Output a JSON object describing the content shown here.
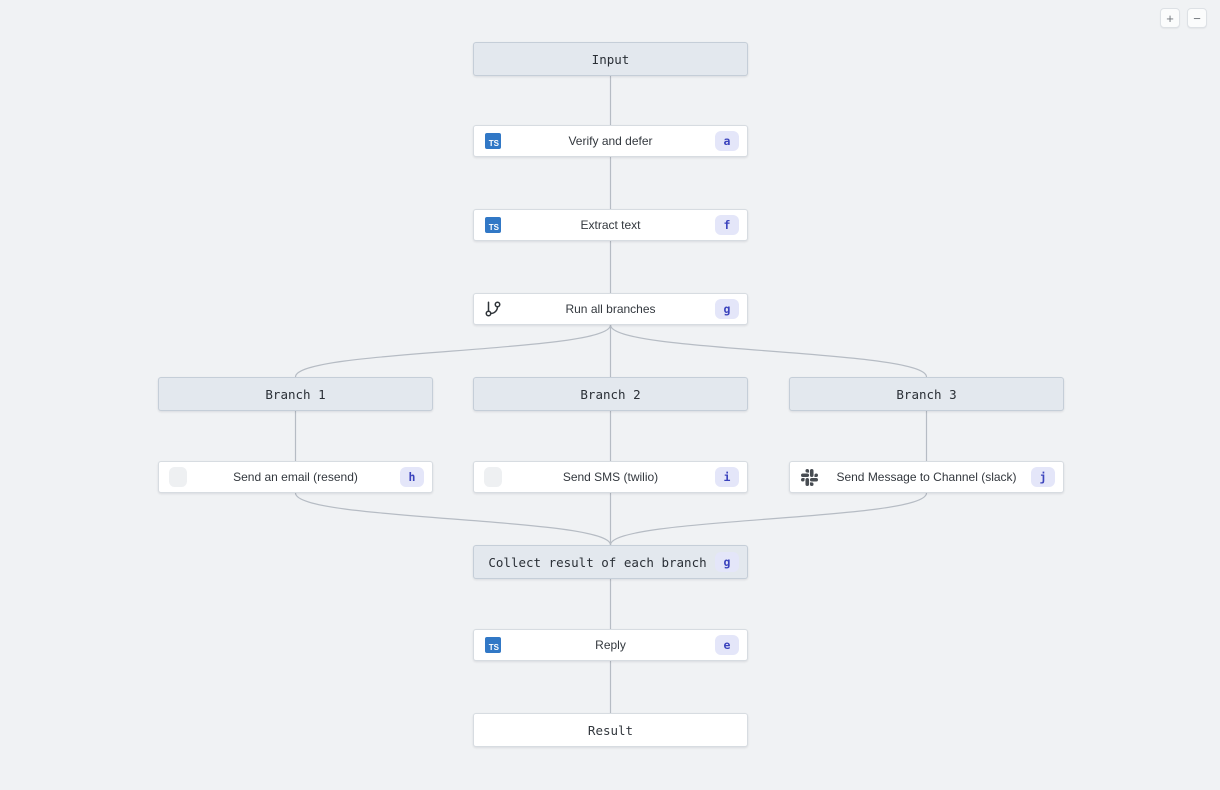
{
  "canvas": {
    "bg": "#f0f2f4",
    "edge_color": "#b6bcc4"
  },
  "zoom_controls": {
    "zoom_in": "+",
    "zoom_out": "−"
  },
  "icons": {
    "typescript": "TS"
  },
  "nodes": {
    "input": {
      "label": "Input"
    },
    "verify": {
      "label": "Verify and defer",
      "badge": "a"
    },
    "extract": {
      "label": "Extract text",
      "badge": "f"
    },
    "run": {
      "label": "Run all branches",
      "badge": "g"
    },
    "branch1": {
      "label": "Branch 1"
    },
    "branch2": {
      "label": "Branch 2"
    },
    "branch3": {
      "label": "Branch 3"
    },
    "email": {
      "label": "Send an email (resend)",
      "badge": "h"
    },
    "sms": {
      "label": "Send SMS (twilio)",
      "badge": "i"
    },
    "slack": {
      "label": "Send Message to Channel (slack)",
      "badge": "j"
    },
    "collect": {
      "label": "Collect result of each branch",
      "badge": "g"
    },
    "reply": {
      "label": "Reply",
      "badge": "e"
    },
    "result": {
      "label": "Result"
    }
  }
}
